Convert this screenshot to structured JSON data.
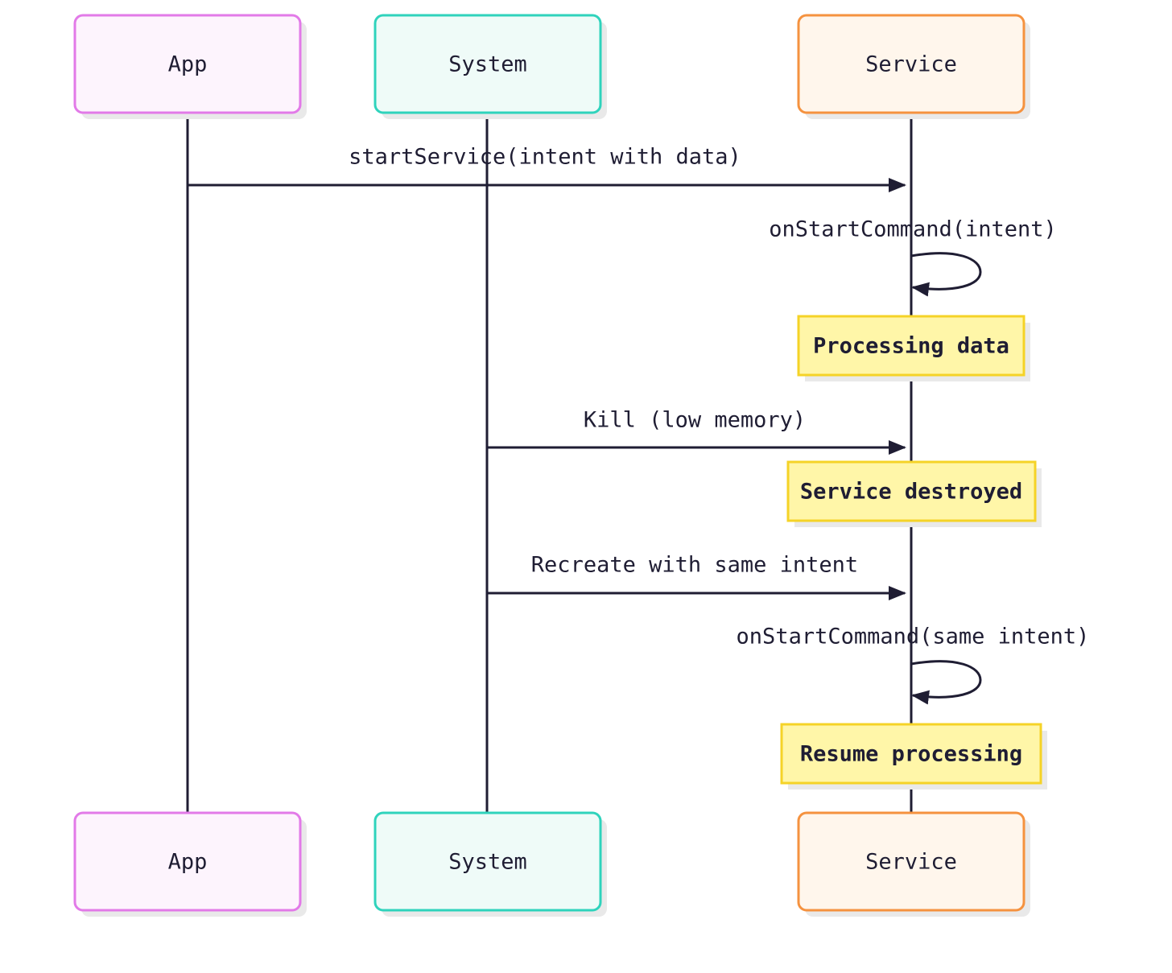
{
  "actors": [
    {
      "id": "app",
      "label": "App",
      "stroke": "#e27ae8",
      "fill": "#fdf4fd"
    },
    {
      "id": "system",
      "label": "System",
      "stroke": "#2fd3bc",
      "fill": "#effbf8"
    },
    {
      "id": "service",
      "label": "Service",
      "stroke": "#f5923f",
      "fill": "#fff6ec"
    }
  ],
  "messages": [
    {
      "from": "app",
      "to": "service",
      "label": "startService(intent with data)",
      "type": "arrow"
    },
    {
      "from": "service",
      "to": "service",
      "label": "onStartCommand(intent)",
      "type": "self"
    },
    {
      "over": "service",
      "label": "Processing data",
      "type": "note"
    },
    {
      "from": "system",
      "to": "service",
      "label": "Kill (low memory)",
      "type": "arrow"
    },
    {
      "over": "service",
      "label": "Service destroyed",
      "type": "note"
    },
    {
      "from": "system",
      "to": "service",
      "label": "Recreate with same intent",
      "type": "arrow"
    },
    {
      "from": "service",
      "to": "service",
      "label": "onStartCommand(same intent)",
      "type": "self"
    },
    {
      "over": "service",
      "label": "Resume processing",
      "type": "note"
    }
  ],
  "colors": {
    "line": "#1f1d33",
    "note_fill": "#fff6a8",
    "note_stroke": "#f5d327",
    "shadow": "#e9e9e9"
  }
}
